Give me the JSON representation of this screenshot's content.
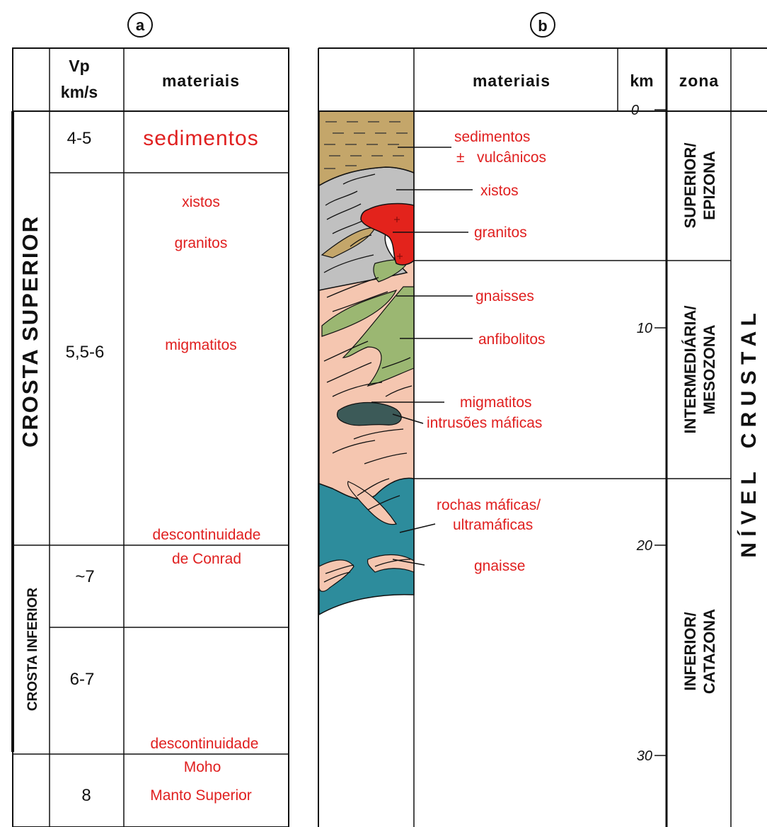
{
  "panel_a": {
    "label": "a",
    "header": {
      "vp": "Vp",
      "vp_unit": "km/s",
      "materials": "materiais"
    },
    "side_labels": {
      "upper_crust": "CROSTA SUPERIOR",
      "lower_crust": "CROSTA INFERIOR"
    },
    "rows": [
      {
        "vp": "4-5",
        "materials": [
          "sedimentos"
        ]
      },
      {
        "vp": "5,5-6",
        "materials": [
          "xistos",
          "granitos",
          "migmatitos",
          "descontinuidade"
        ]
      },
      {
        "vp": "~7",
        "materials": [
          "de Conrad"
        ]
      },
      {
        "vp": "6-7",
        "materials": [
          "descontinuidade"
        ]
      },
      {
        "vp": "8",
        "materials": [
          "Moho",
          "Manto Superior"
        ]
      }
    ]
  },
  "panel_b": {
    "label": "b",
    "header": {
      "materials": "materiais",
      "km": "km",
      "zone": "zona"
    },
    "depth_ticks": [
      "0",
      "10",
      "20",
      "30"
    ],
    "materials": [
      "sedimentos",
      "±",
      "vulcânicos",
      "xistos",
      "granitos",
      "gnaisses",
      "anfibolitos",
      "migmatitos",
      "intrusões máficas",
      "rochas máficas/",
      "ultramáficas",
      "gnaisse"
    ],
    "zones": [
      {
        "line1": "SUPERIOR/",
        "line2": "EPIZONA"
      },
      {
        "line1": "INTERMEDIÁRIA/",
        "line2": "MESOZONA"
      },
      {
        "line1": "INFERIOR/",
        "line2": "CATAZONA"
      }
    ],
    "level_label": "N Í V E L    C R U S T A L"
  },
  "colors": {
    "sediment": "#c4a66a",
    "schist": "#c0c0c0",
    "granite": "#e3231c",
    "gneiss_pink": "#f5c6b0",
    "amphibolite": "#9bb772",
    "mafic_intrusion": "#3c5a58",
    "mafic_ultramafic": "#2d8c9c",
    "label_red": "#e02020"
  }
}
